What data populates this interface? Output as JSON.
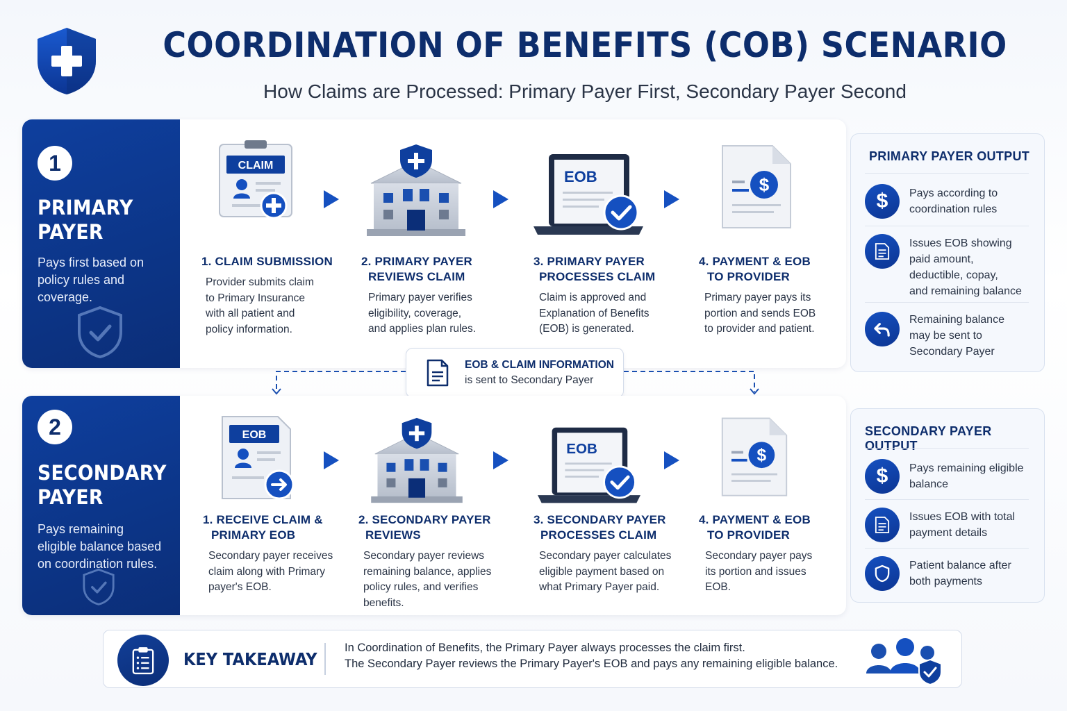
{
  "header": {
    "title": "COORDINATION OF BENEFITS (COB) SCENARIO",
    "subtitle": "How Claims are Processed: Primary Payer First, Secondary Payer Second"
  },
  "primary": {
    "number": "1",
    "title_line1": "PRIMARY",
    "title_line2": "PAYER",
    "description": "Pays first based on policy rules and coverage.",
    "steps": [
      {
        "title": "1. CLAIM SUBMISSION",
        "title2": "",
        "desc": [
          "Provider submits claim",
          "to Primary Insurance",
          "with all patient and",
          "policy information."
        ],
        "icon_label": "CLAIM"
      },
      {
        "title": "2. PRIMARY PAYER",
        "title2": "REVIEWS CLAIM",
        "desc": [
          "Primary payer verifies",
          "eligibility, coverage,",
          "and applies plan rules."
        ]
      },
      {
        "title": "3. PRIMARY PAYER",
        "title2": "PROCESSES CLAIM",
        "desc": [
          "Claim is approved and",
          "Explanation of Benefits",
          "(EOB) is generated."
        ],
        "icon_label": "EOB"
      },
      {
        "title": "4. PAYMENT & EOB",
        "title2": "TO PROVIDER",
        "desc": [
          "Primary payer pays its",
          "portion and sends EOB",
          "to provider and patient."
        ]
      }
    ],
    "output": {
      "title": "PRIMARY PAYER OUTPUT",
      "items": [
        {
          "icon": "dollar-icon",
          "lines": [
            "Pays according to",
            "coordination rules"
          ]
        },
        {
          "icon": "document-icon",
          "lines": [
            "Issues EOB showing",
            "paid amount,",
            "deductible, copay,",
            "and remaining balance"
          ]
        },
        {
          "icon": "return-arrow-icon",
          "lines": [
            "Remaining balance",
            "may be sent to",
            "Secondary Payer"
          ]
        }
      ]
    }
  },
  "connector": {
    "title": "EOB & CLAIM INFORMATION",
    "subtitle": "is sent to Secondary Payer"
  },
  "secondary": {
    "number": "2",
    "title_line1": "SECONDARY",
    "title_line2": "PAYER",
    "description": "Pays remaining eligible balance based on coordination rules.",
    "steps": [
      {
        "title": "1. RECEIVE CLAIM &",
        "title2": "PRIMARY EOB",
        "desc": [
          "Secondary payer receives",
          "claim along with Primary",
          "payer's EOB."
        ],
        "icon_label": "EOB"
      },
      {
        "title": "2. SECONDARY PAYER",
        "title2": "REVIEWS",
        "desc": [
          "Secondary payer reviews",
          "remaining balance, applies",
          "policy rules, and verifies",
          "benefits."
        ]
      },
      {
        "title": "3. SECONDARY PAYER",
        "title2": "PROCESSES CLAIM",
        "desc": [
          "Secondary payer calculates",
          "eligible payment based on",
          "what Primary Payer paid."
        ],
        "icon_label": "EOB"
      },
      {
        "title": "4. PAYMENT & EOB",
        "title2": "TO PROVIDER",
        "desc": [
          "Secondary payer pays",
          "its portion and issues",
          "EOB."
        ]
      }
    ],
    "output": {
      "title": "SECONDARY PAYER OUTPUT",
      "items": [
        {
          "icon": "dollar-icon",
          "lines": [
            "Pays remaining eligible",
            "balance"
          ]
        },
        {
          "icon": "document-icon",
          "lines": [
            "Issues EOB with total",
            "payment details"
          ]
        },
        {
          "icon": "shield-icon",
          "lines": [
            "Patient balance after",
            "both payments"
          ]
        }
      ]
    }
  },
  "takeaway": {
    "title": "KEY TAKEAWAY",
    "line1": "In Coordination of Benefits, the Primary Payer always processes the claim first.",
    "line2": "The Secondary Payer reviews the Primary Payer's EOB and pays any remaining eligible balance."
  },
  "colors": {
    "navy": "#0d2d6c",
    "accent_blue": "#1550c0",
    "sidebar_blue": "#0e3f9e",
    "panel_bg": "#f5f8fd"
  }
}
